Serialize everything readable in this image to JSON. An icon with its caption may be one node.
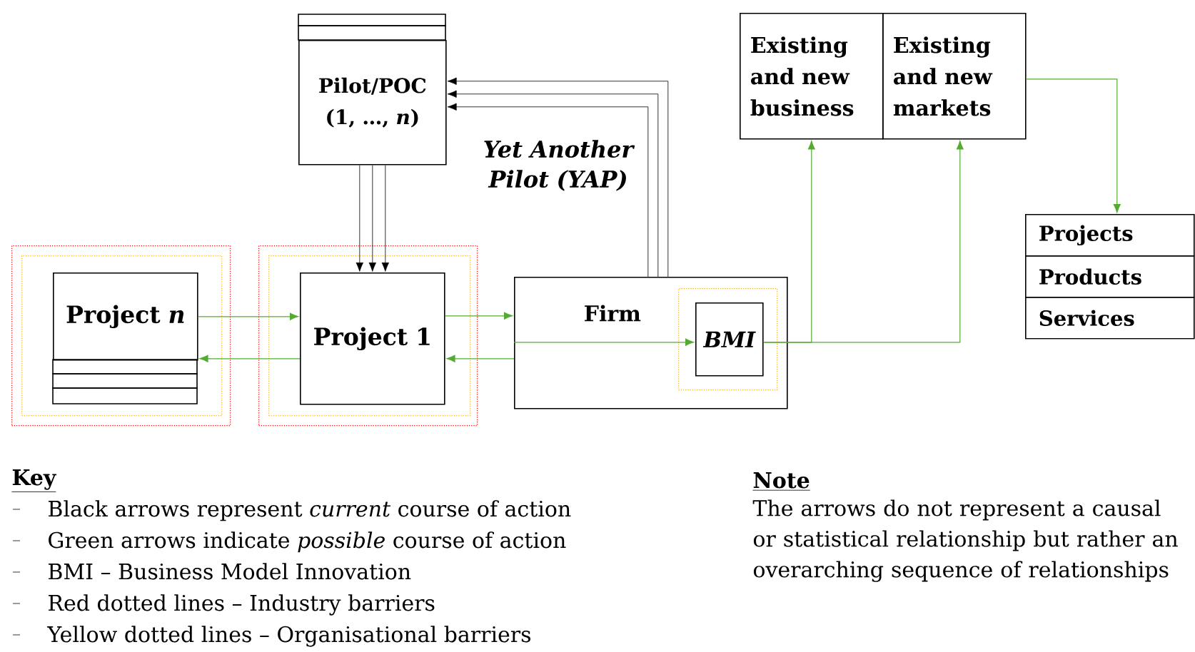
{
  "diagram": {
    "nodes": [
      {
        "text": [],
        "shape": "box"
      },
      {
        "text": [],
        "shape": "box",
        "in": 0
      },
      {
        "text": [
          "Project *n*"
        ],
        "in": 1
      },
      {
        "text": [],
        "shape": "box"
      },
      {
        "text": [],
        "shape": "box",
        "in": 3
      },
      {
        "text": [
          "Project 1"
        ],
        "in": 4
      },
      {
        "text": [
          "Pilot/POC (1, …, *n*)"
        ]
      },
      {
        "text": [
          "Firm"
        ]
      },
      {
        "text": [],
        "shape": "box",
        "in": 7
      },
      {
        "text": [
          "BMI"
        ],
        "in": 8
      },
      {
        "text": [
          "Existing and new business"
        ]
      },
      {
        "text": [
          "Existing and new markets"
        ]
      },
      {
        "text": [
          "Projects"
        ]
      },
      {
        "text": [
          "Products"
        ]
      },
      {
        "text": [
          "Services"
        ]
      }
    ],
    "edges": [
      {
        "from": 6,
        "to": 5,
        "arrow": "to",
        "color": "#000000"
      },
      {
        "from": 6,
        "to": 5,
        "arrow": "to",
        "color": "#000000"
      },
      {
        "from": 6,
        "to": 5,
        "arrow": "to",
        "color": "#000000"
      },
      {
        "from": 7,
        "to": 6,
        "arrow": "to",
        "color": "#000000"
      },
      {
        "from": 7,
        "to": 6,
        "arrow": "to",
        "color": "#000000",
        "label": "Yet Another Pilot (YAP)"
      },
      {
        "from": 7,
        "to": 6,
        "arrow": "to",
        "color": "#000000"
      },
      {
        "from": 2,
        "to": 5,
        "arrow": "to"
      },
      {
        "from": 5,
        "to": 2,
        "arrow": "to"
      },
      {
        "from": 5,
        "to": 7,
        "arrow": "to"
      },
      {
        "from": 7,
        "to": 5,
        "arrow": "to"
      },
      {
        "from": 7,
        "to": 9,
        "arrow": "to"
      },
      {
        "from": 9,
        "to": 10,
        "arrow": "to"
      },
      {
        "from": 9,
        "to": 11,
        "arrow": "to"
      },
      {
        "from": 11,
        "to": 12,
        "arrow": "to"
      }
    ],
    "labels": [
      "Key",
      "Black arrows represent *current* course of action",
      "Green arrows indicate *possible* course of action",
      "BMI – Business Model Innovation",
      "Red dotted lines – Industry barriers",
      "Yellow dotted lines – Organisational barriers",
      "Note",
      "The arrows do not represent a causal or statistical relationship but rather an overarching sequence of relationships"
    ]
  }
}
